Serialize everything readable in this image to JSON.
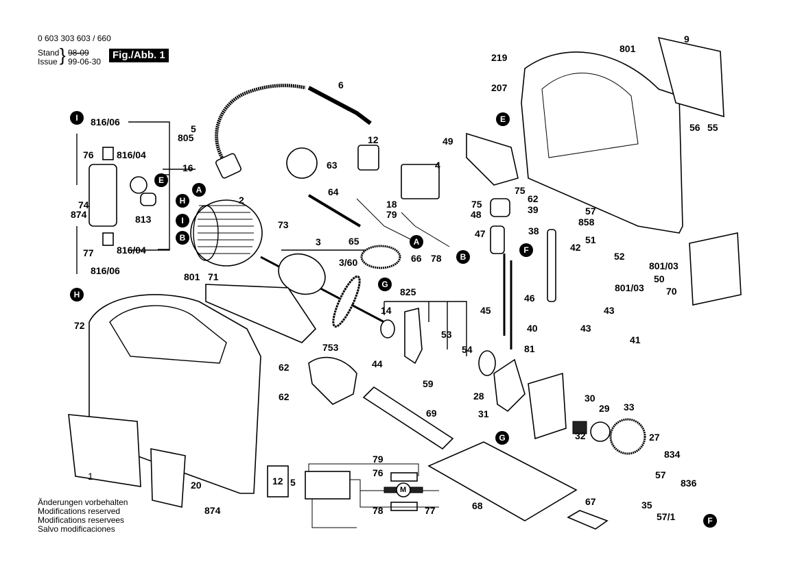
{
  "header": {
    "part_number": "0 603 303 603 / 660",
    "stand_label": "Stand",
    "issue_label": "Issue",
    "old_date": "98-09",
    "new_date": "99-06-30",
    "figure_label": "Fig./Abb. 1"
  },
  "footer": {
    "lines": [
      "Änderungen vorbehalten",
      "Modifications reserved",
      "Modifications reservees",
      "Salvo modificaciones"
    ]
  },
  "badges": {
    "I_top": "I",
    "H_bottom": "H",
    "E_left": "E",
    "A_left": "A",
    "H_left": "H",
    "I_left": "I",
    "B_left": "B",
    "A_mid": "A",
    "B_mid": "B",
    "G_mid": "G",
    "E_right": "E",
    "F_mid": "F",
    "G_bottom": "G",
    "F_bottom": "F"
  },
  "labels": {
    "l816_06_top": "816/06",
    "l816_04_top": "816/04",
    "l76": "76",
    "l16": "16",
    "l74": "74",
    "l874_left": "874",
    "l813": "813",
    "l816_04_bot": "816/04",
    "l77_left": "77",
    "l816_06_bot": "816/06",
    "l5": "5",
    "l805": "805",
    "l6": "6",
    "l2": "2",
    "l73": "73",
    "l3": "3",
    "l3_60": "3/60",
    "l63": "63",
    "l12": "12",
    "l4": "4",
    "l64": "64",
    "l18": "18",
    "l79": "79",
    "l65": "65",
    "l66": "66",
    "l78": "78",
    "l49": "49",
    "l75a": "75",
    "l75b": "75",
    "l48": "48",
    "l47": "47",
    "l62_top": "62",
    "l39": "39",
    "l219": "219",
    "l207": "207",
    "l801_top": "801",
    "l9": "9",
    "l56": "56",
    "l55": "55",
    "l57_top": "57",
    "l858": "858",
    "l38": "38",
    "l51": "51",
    "l42": "42",
    "l52": "52",
    "l801_03a": "801/03",
    "l801_03b": "801/03",
    "l50": "50",
    "l70": "70",
    "l46": "46",
    "l45": "45",
    "l43a": "43",
    "l43b": "43",
    "l40": "40",
    "l81": "81",
    "l41": "41",
    "l801_left": "801",
    "l71": "71",
    "l72": "72",
    "l825": "825",
    "l14": "14",
    "l53": "53",
    "l54": "54",
    "l753": "753",
    "l44": "44",
    "l59": "59",
    "l62a": "62",
    "l62b": "62",
    "l28": "28",
    "l31": "31",
    "l30": "30",
    "l69": "69",
    "l29": "29",
    "l33": "33",
    "l32": "32",
    "l27": "27",
    "l834": "834",
    "l57_bot": "57",
    "l836": "836",
    "l35": "35",
    "l57_1": "57/1",
    "l67": "67",
    "l68": "68",
    "l20": "20",
    "l874_bot": "874",
    "l1": "1"
  },
  "schematic": {
    "box_label": "12",
    "switch_label": "5",
    "wire_top": "79",
    "wire_76": "76",
    "motor": "M",
    "wire_78": "78",
    "wire_77": "77"
  }
}
